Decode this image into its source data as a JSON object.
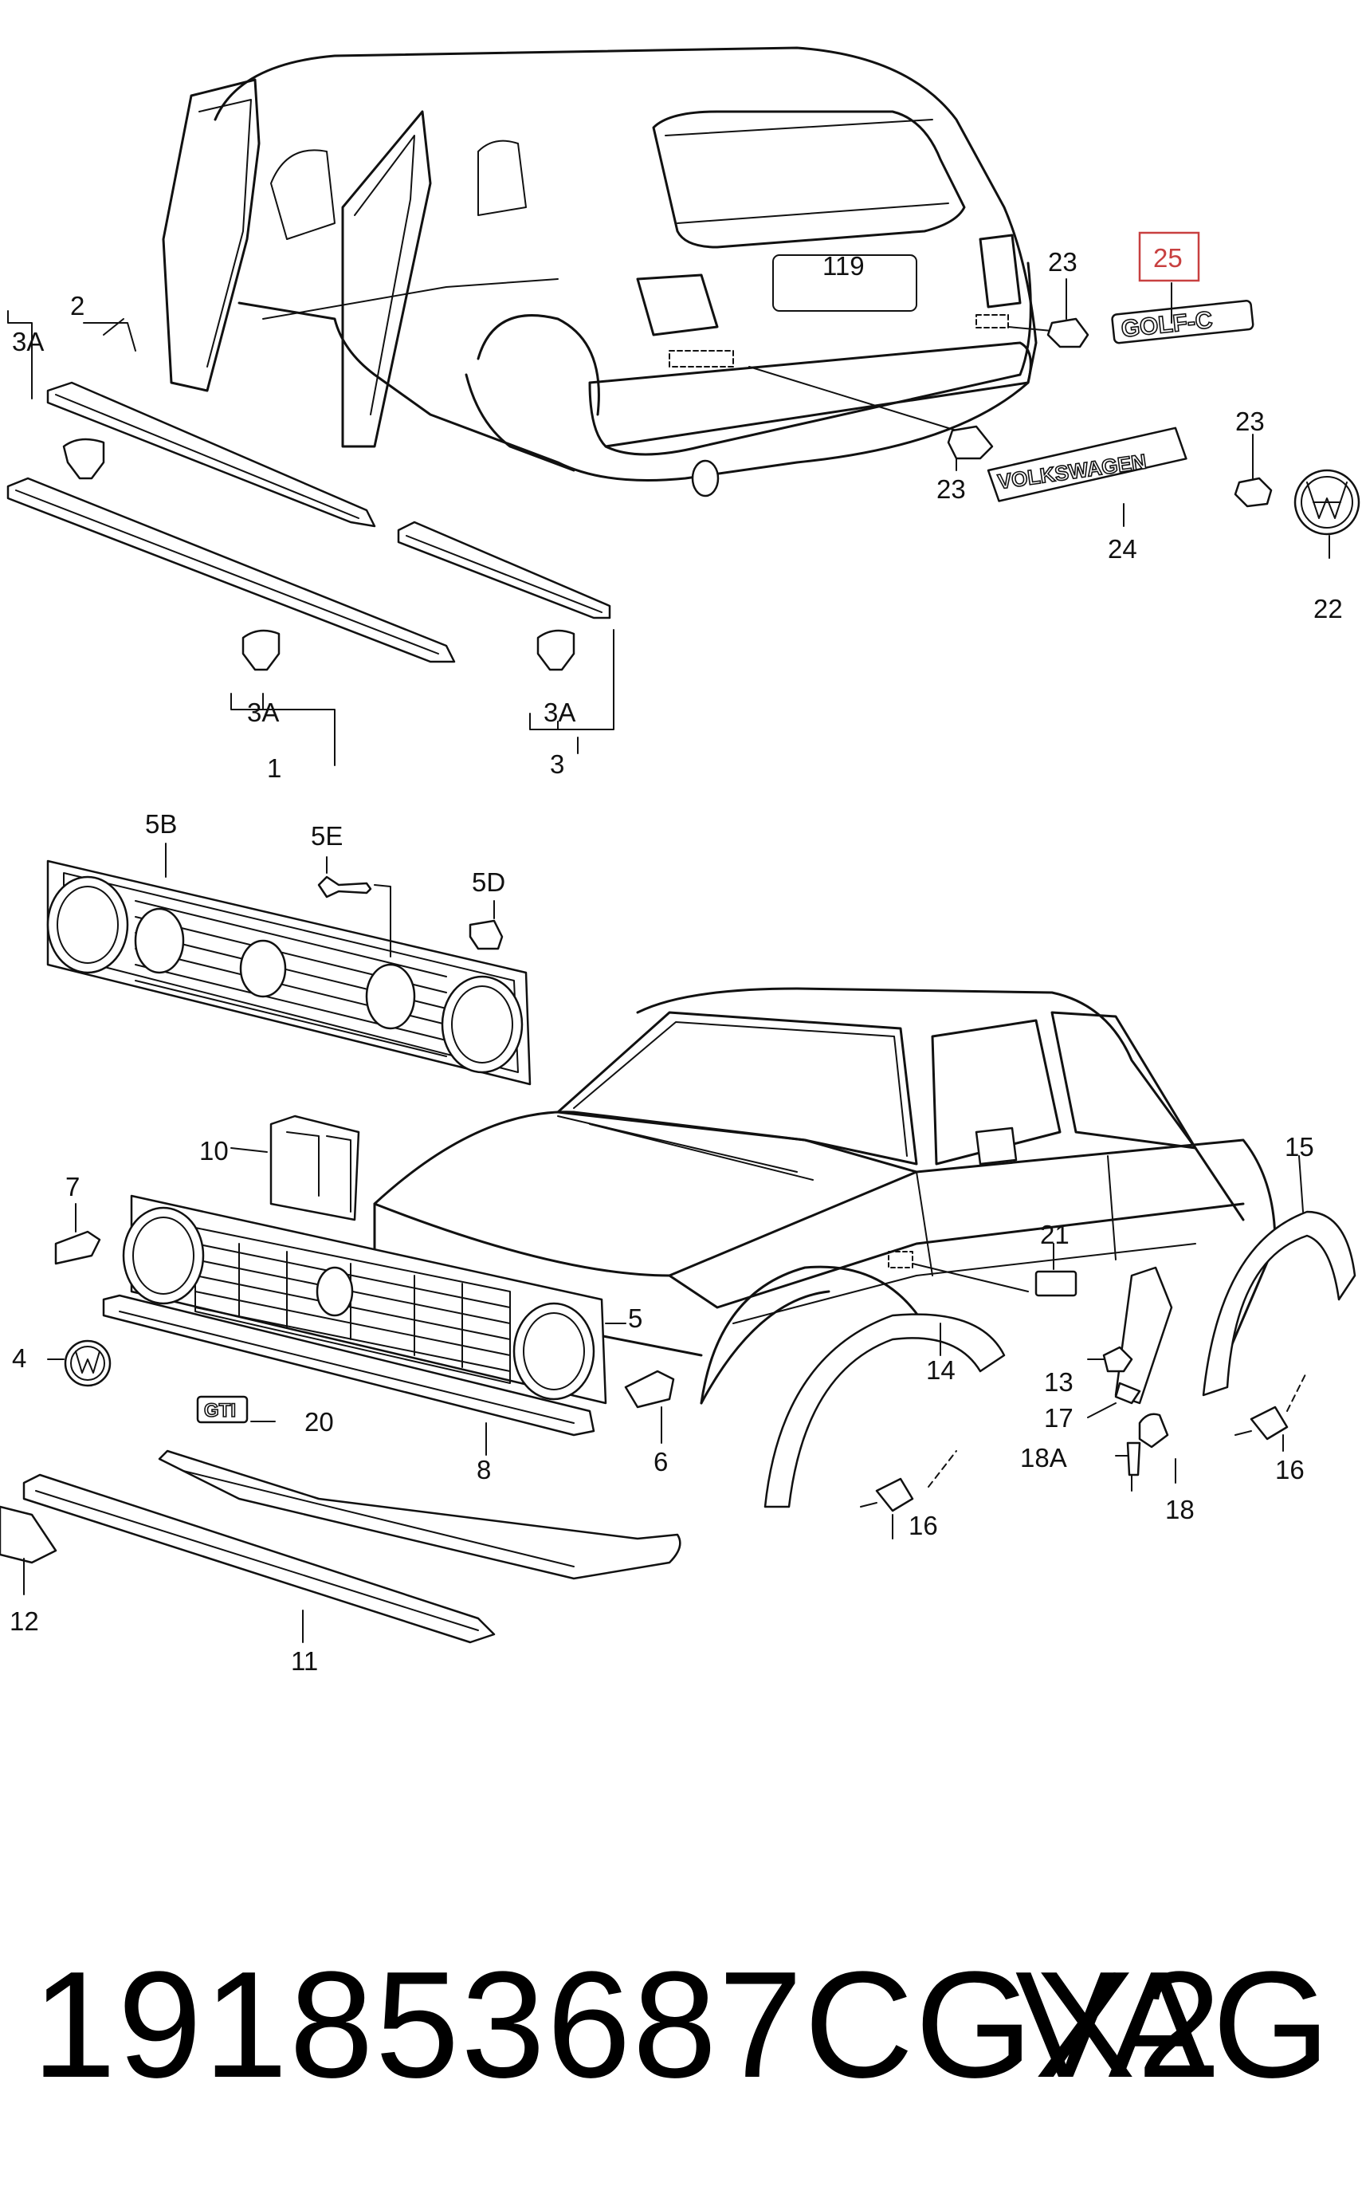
{
  "diagram": {
    "highlight_color": "#c84040",
    "labels": {
      "l1": "1",
      "l2": "2",
      "l3": "3",
      "l3a_left": "3A",
      "l3a_mid": "3A",
      "l3a_right": "3A",
      "l4": "4",
      "l5": "5",
      "l5b": "5B",
      "l5d": "5D",
      "l5e": "5E",
      "l6": "6",
      "l7": "7",
      "l8": "8",
      "l10": "10",
      "l11": "11",
      "l12": "12",
      "l13": "13",
      "l14": "14",
      "l15": "15",
      "l16_front": "16",
      "l16_rear": "16",
      "l17": "17",
      "l18": "18",
      "l18a": "18A",
      "l20": "20",
      "l21": "21",
      "l22": "22",
      "l23_top": "23",
      "l23_mid": "23",
      "l23_right": "23",
      "l24": "24",
      "l25": "25"
    },
    "emblems": {
      "golf": "GOLF-C",
      "volkswagen": "VOLKSWAGEN",
      "gti": "GTI"
    }
  },
  "footer": {
    "part_number": "191853687CGX2",
    "brand": "VAG"
  }
}
